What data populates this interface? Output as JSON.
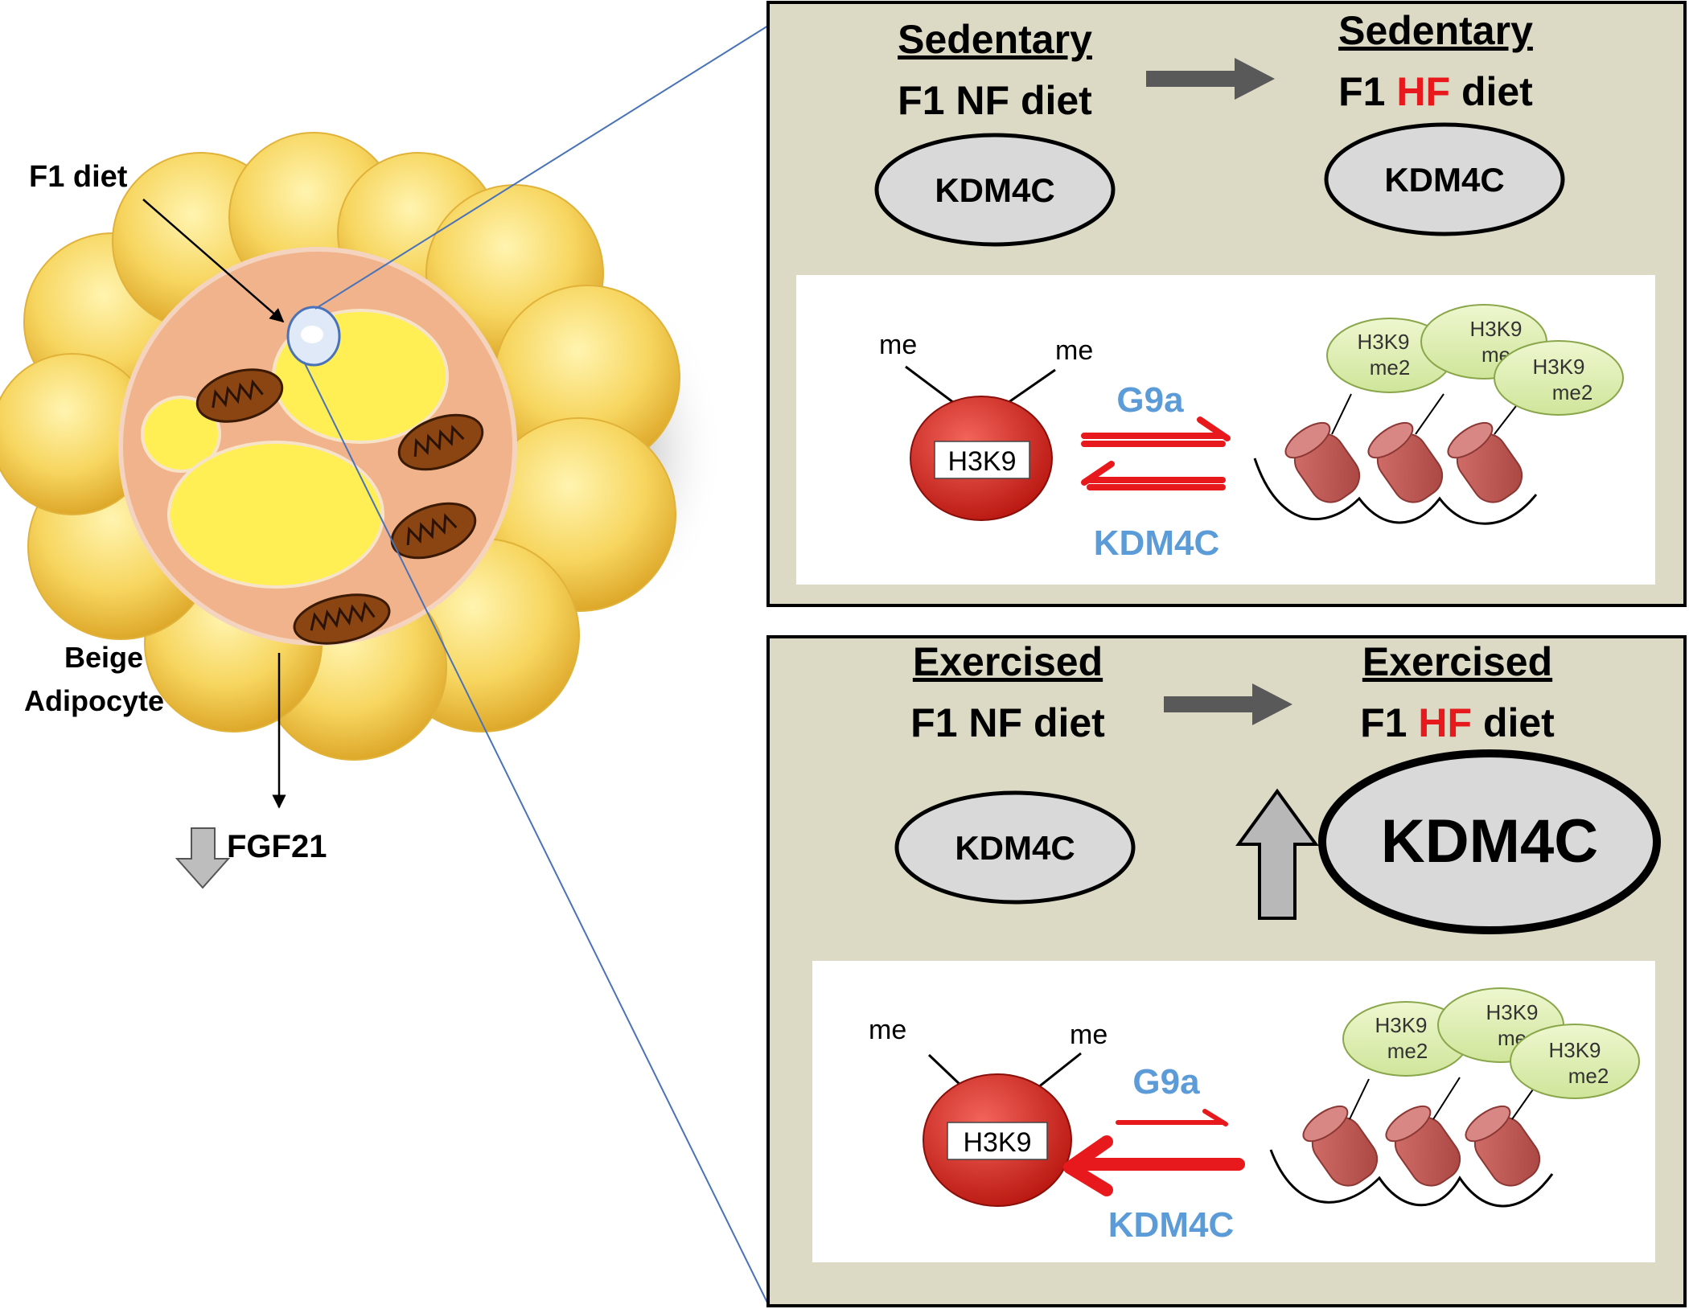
{
  "left": {
    "diet_label": "F1 diet",
    "cell_label_line1": "Beige",
    "cell_label_line2": "Adipocyte",
    "secreted_factor": "FGF21"
  },
  "panels": [
    {
      "left_condition": "Sedentary",
      "left_diet": "F1 NF diet",
      "right_condition": "Sedentary",
      "right_diet_prefix": "F1 ",
      "right_diet_highlight": "HF",
      "right_diet_suffix": " diet",
      "left_enzyme": "KDM4C",
      "right_enzyme": "KDM4C",
      "inset": {
        "me_left": "me",
        "me_right": "me",
        "histone": "H3K9",
        "forward_enzyme": "G9a",
        "reverse_enzyme": "KDM4C",
        "nucleosome_labels": [
          {
            "line1": "H3K9",
            "line2": "me2"
          },
          {
            "line1": "H3K9",
            "line2": "me"
          },
          {
            "line1": "H3K9",
            "line2": "me2"
          }
        ]
      }
    },
    {
      "left_condition": "Exercised",
      "left_diet": "F1 NF diet",
      "right_condition": "Exercised",
      "right_diet_prefix": "F1 ",
      "right_diet_highlight": "HF",
      "right_diet_suffix": " diet",
      "left_enzyme": "KDM4C",
      "right_enzyme": "KDM4C",
      "inset": {
        "me_left": "me",
        "me_right": "me",
        "histone": "H3K9",
        "forward_enzyme": "G9a",
        "reverse_enzyme": "KDM4C",
        "nucleosome_labels": [
          {
            "line1": "H3K9",
            "line2": "me2"
          },
          {
            "line1": "H3K9",
            "line2": "me"
          },
          {
            "line1": "H3K9",
            "line2": "me2"
          }
        ]
      }
    }
  ],
  "colors": {
    "panel_bg": "#dcd9c4",
    "highlight_red": "#e8191c",
    "enzyme_blue": "#5a9bd8",
    "nucleosome": "#c0504d",
    "histone_red": "#d62a22",
    "fat_yellow": "#f5c842",
    "mito_brown": "#8b4513",
    "cell_pink": "#f0b48c",
    "callout_line": "#4a72b8",
    "grey_arrow": "#595959",
    "ellipse_fill": "#d9d9d9"
  }
}
